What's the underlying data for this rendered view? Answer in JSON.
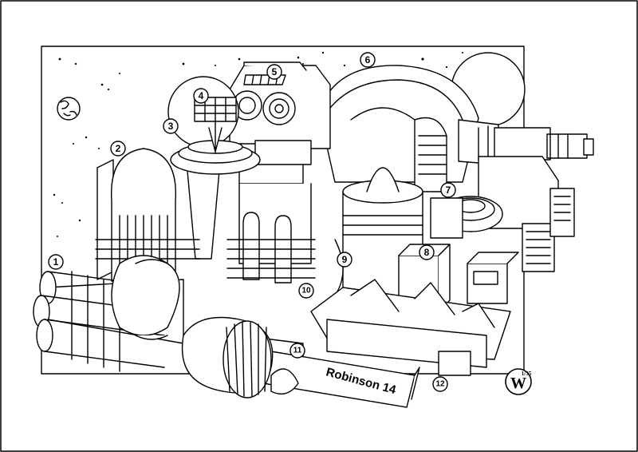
{
  "model_name": "Robinson 14",
  "callouts": [
    "1",
    "2",
    "3",
    "4",
    "5",
    "6",
    "7",
    "8",
    "9",
    "10",
    "11",
    "12"
  ],
  "logo": {
    "letter": "W",
    "scale": "1/35"
  }
}
